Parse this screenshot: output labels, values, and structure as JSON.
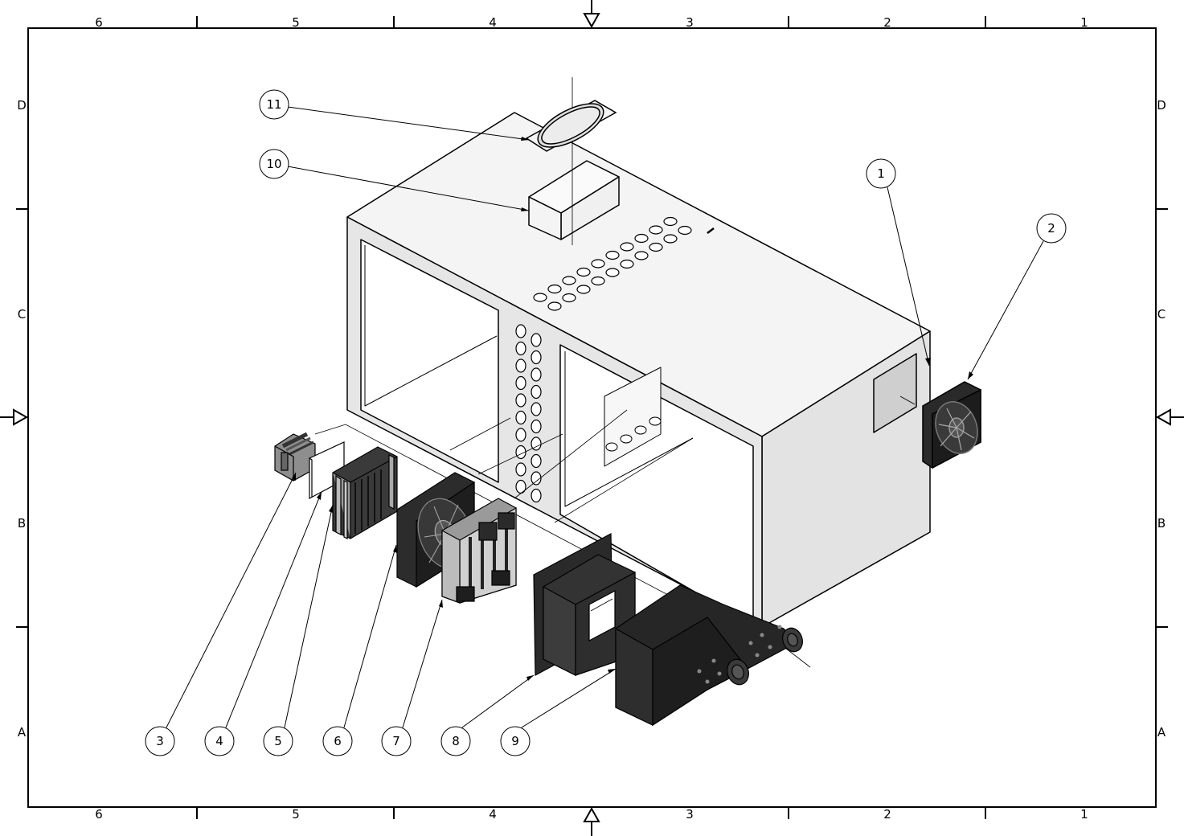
{
  "border": {
    "columns": [
      "6",
      "5",
      "4",
      "3",
      "2",
      "1"
    ],
    "rows": [
      "D",
      "C",
      "B",
      "A"
    ]
  },
  "balloons": [
    {
      "label": "1"
    },
    {
      "label": "2"
    },
    {
      "label": "3"
    },
    {
      "label": "4"
    },
    {
      "label": "5"
    },
    {
      "label": "6"
    },
    {
      "label": "7"
    },
    {
      "label": "8"
    },
    {
      "label": "9"
    },
    {
      "label": "10"
    },
    {
      "label": "11"
    }
  ],
  "colors": {
    "line": "#000000",
    "face_light": "#efefef",
    "face_mid": "#e2e2e2",
    "window": "#cfcfcf",
    "part_dark": "#2a2a2a",
    "part_gray": "#8e8e8e"
  }
}
